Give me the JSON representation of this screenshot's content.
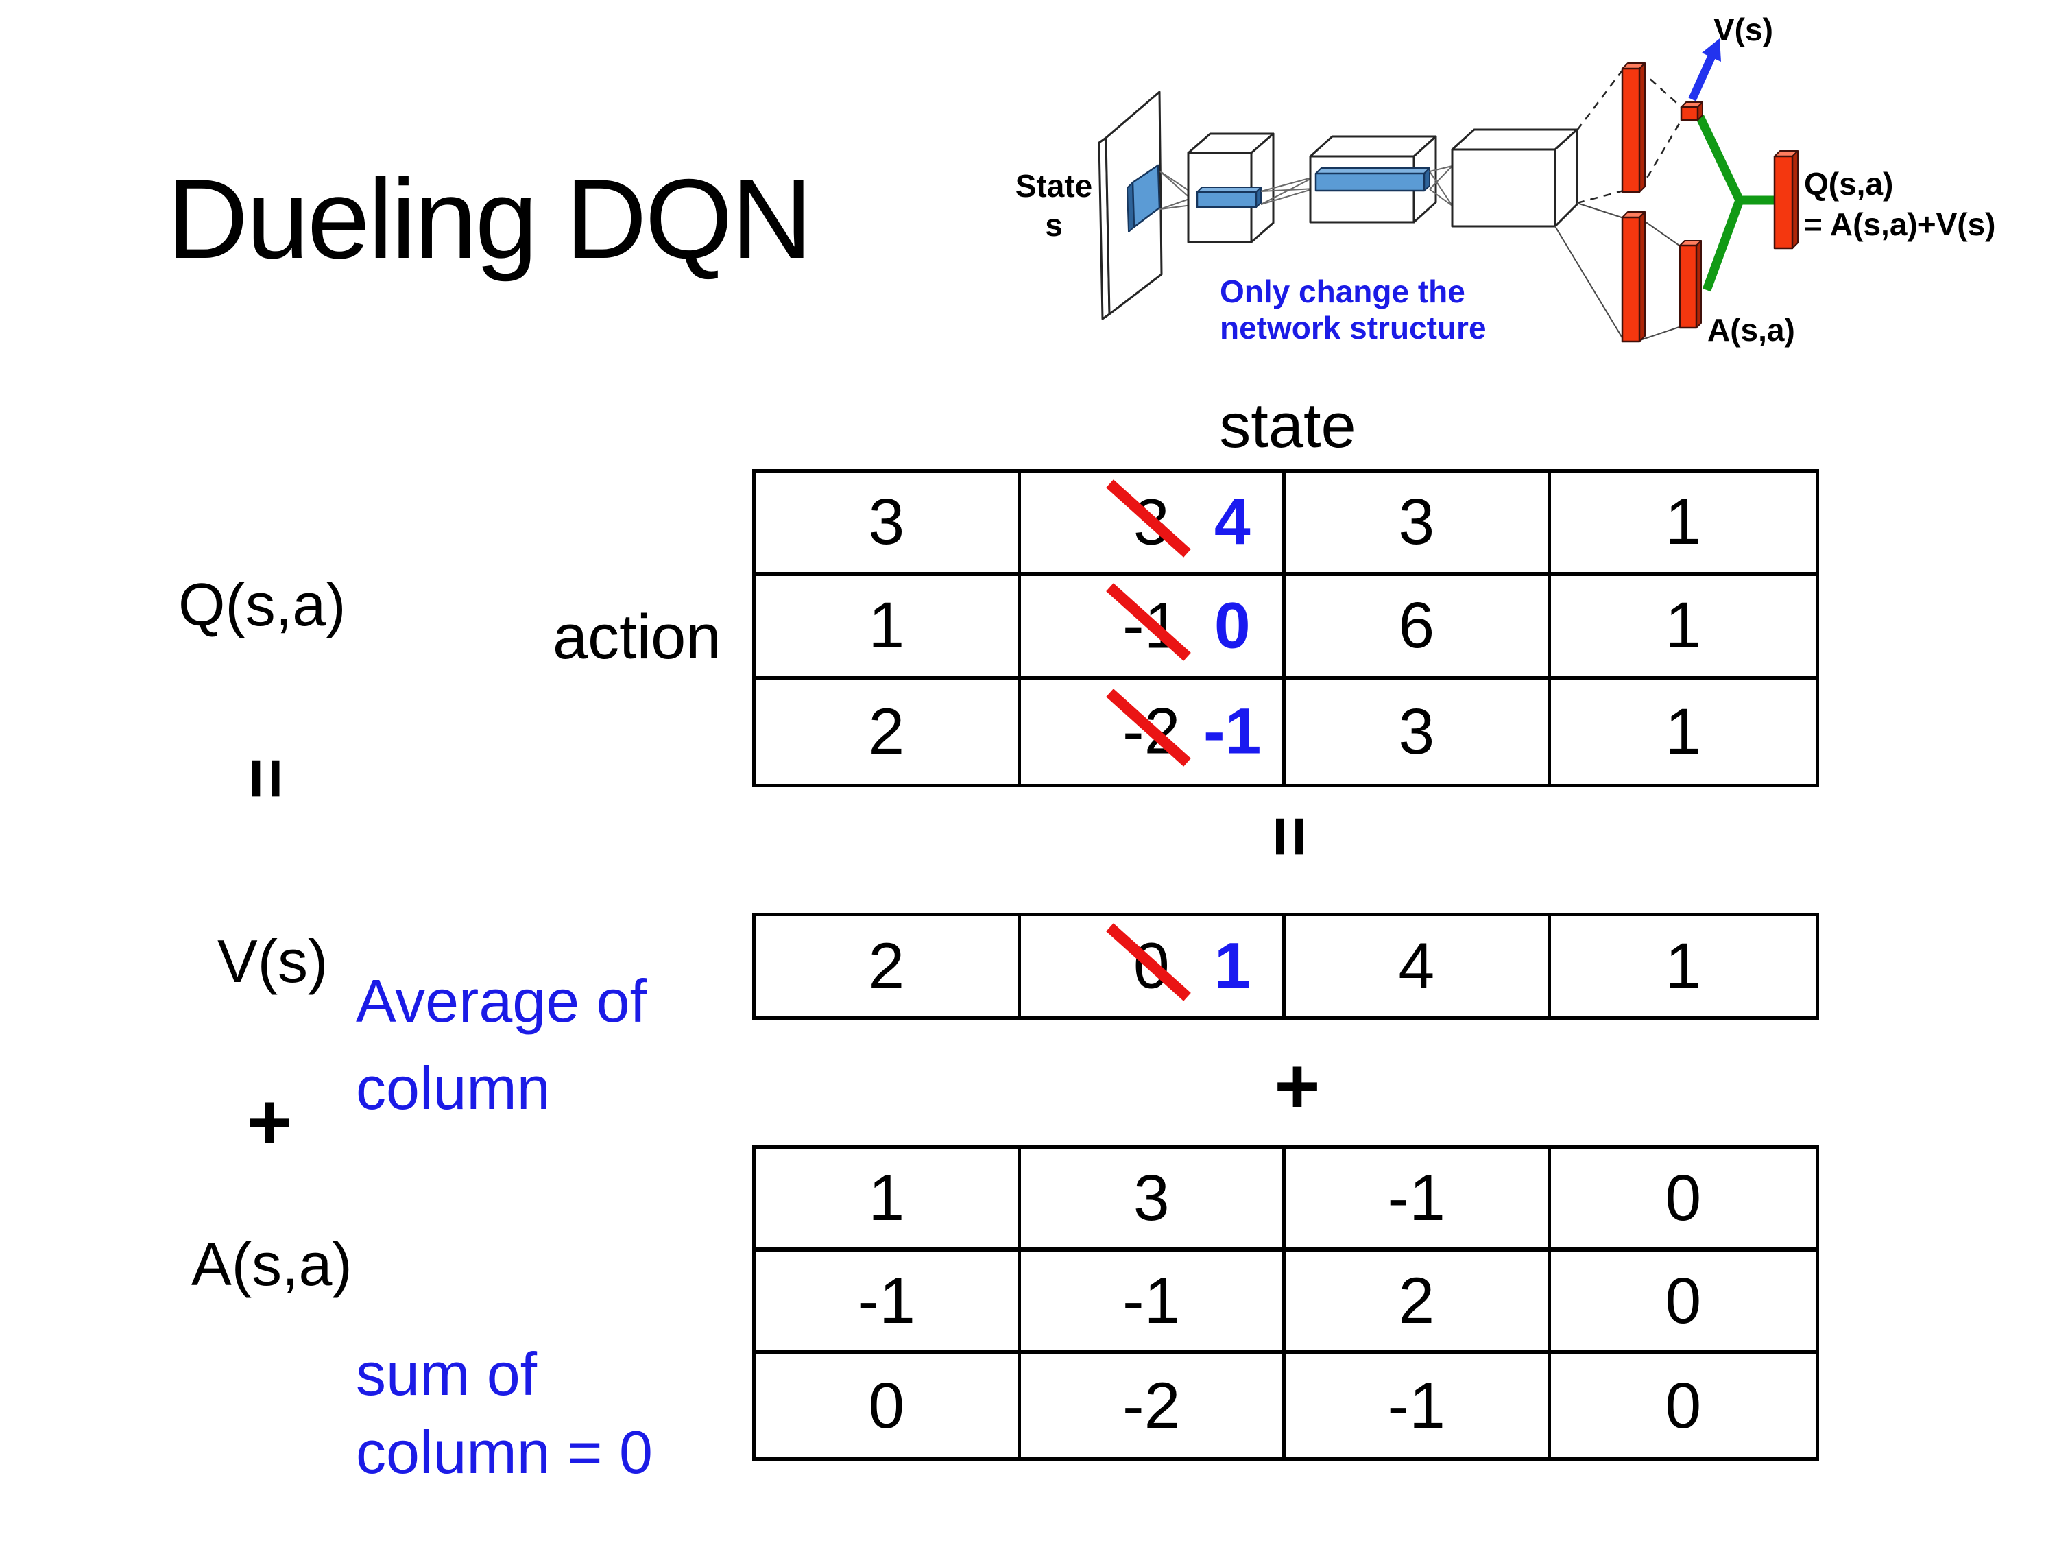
{
  "title": "Dueling DQN",
  "diagram": {
    "input_label": {
      "line1": "State",
      "line2": "s"
    },
    "note": {
      "line1": "Only change the",
      "line2": "network structure"
    },
    "v_output_label": "V(s)",
    "q_output_label": {
      "line1": "Q(s,a)",
      "line2": "= A(s,a)+V(s)"
    },
    "a_output_label": "A(s,a)"
  },
  "equation": {
    "q_label": "Q(s,a)",
    "equals": "=",
    "v_label": "V(s)",
    "plus": "+",
    "a_label": "A(s,a)",
    "state_header": "state",
    "action_header": "action",
    "center_equals": "=",
    "center_plus": "+",
    "avg_note": {
      "line1": "Average of",
      "line2": "column"
    },
    "sum_note": {
      "line1": "sum of",
      "line2": "column = 0"
    }
  },
  "q_table": {
    "rows": [
      [
        {
          "v": "3"
        },
        {
          "old": "3",
          "new": "4"
        },
        {
          "v": "3"
        },
        {
          "v": "1"
        }
      ],
      [
        {
          "v": "1"
        },
        {
          "old": "-1",
          "new": "0"
        },
        {
          "v": "6"
        },
        {
          "v": "1"
        }
      ],
      [
        {
          "v": "2"
        },
        {
          "old": "-2",
          "new": "-1"
        },
        {
          "v": "3"
        },
        {
          "v": "1"
        }
      ]
    ]
  },
  "v_table": {
    "rows": [
      [
        {
          "v": "2"
        },
        {
          "old": "0",
          "new": "1"
        },
        {
          "v": "4"
        },
        {
          "v": "1"
        }
      ]
    ]
  },
  "a_table": {
    "rows": [
      [
        {
          "v": "1"
        },
        {
          "v": "3"
        },
        {
          "v": "-1"
        },
        {
          "v": "0"
        }
      ],
      [
        {
          "v": "-1"
        },
        {
          "v": "-1"
        },
        {
          "v": "2"
        },
        {
          "v": "0"
        }
      ],
      [
        {
          "v": "0"
        },
        {
          "v": "-2"
        },
        {
          "v": "-1"
        },
        {
          "v": "0"
        }
      ]
    ]
  },
  "colors": {
    "annotation_blue": "#1b1be6",
    "value_blue": "#1a1af0",
    "strike_red": "#ea1414",
    "bar_red": "#f4370f",
    "bar_red_dark": "#ae2508",
    "bar_red_light": "#ff7d5e",
    "link_green": "#119a15",
    "arrow_blue": "#2233ee",
    "filter_blue": "#5b9bd5",
    "filter_blue_dark": "#2e6399",
    "filter_blue_light": "#7fb2e0"
  }
}
